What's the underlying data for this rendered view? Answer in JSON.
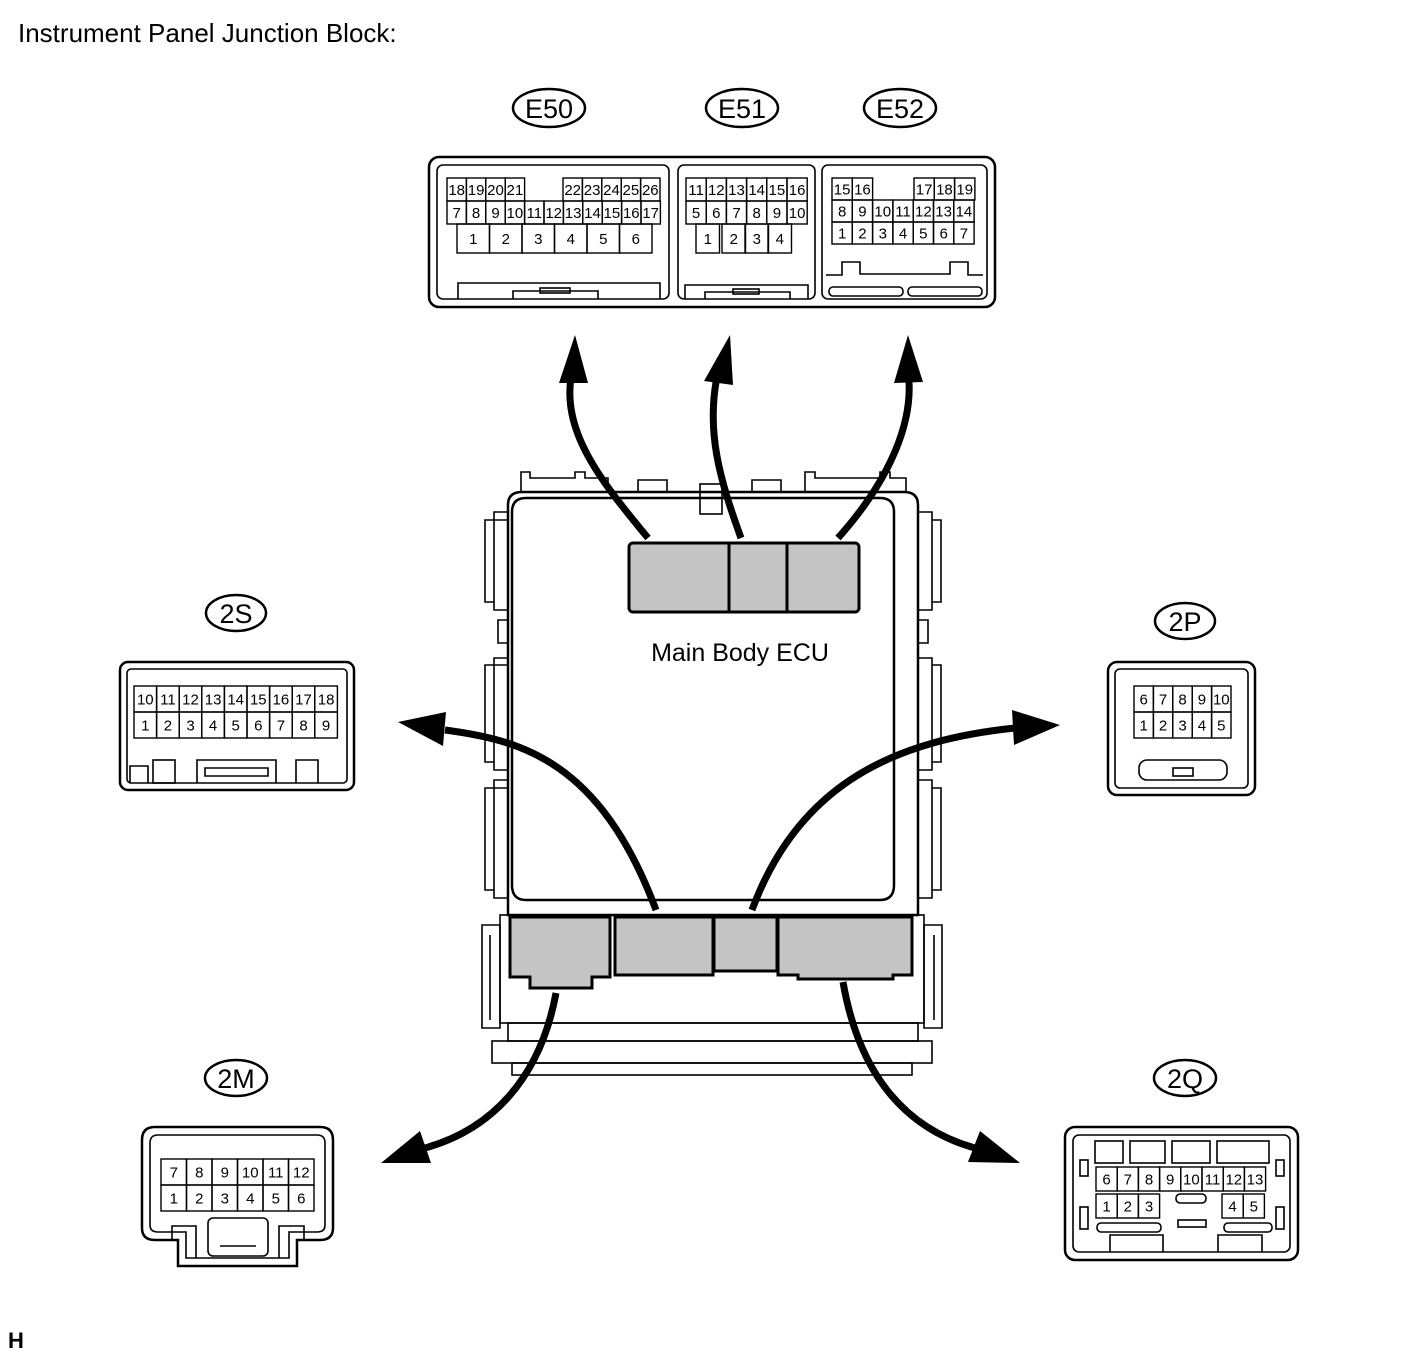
{
  "header": {
    "title": "Instrument Panel Junction Block:"
  },
  "footer": {
    "mark": "H"
  },
  "ecu": {
    "label": "Main Body ECU"
  },
  "connectors": {
    "e50": {
      "label": "E50",
      "rows": [
        [
          "18",
          "19",
          "20",
          "21",
          "",
          "22",
          "23",
          "24",
          "25",
          "26"
        ],
        [
          "7",
          "8",
          "9",
          "10",
          "11",
          "12",
          "13",
          "14",
          "15",
          "16",
          "17"
        ],
        [
          "1",
          "2",
          "3",
          "4",
          "5",
          "6"
        ]
      ]
    },
    "e51": {
      "label": "E51",
      "rows": [
        [
          "11",
          "12",
          "13",
          "14",
          "15",
          "16"
        ],
        [
          "5",
          "6",
          "7",
          "8",
          "9",
          "10"
        ],
        [
          "1",
          "2",
          "3",
          "4"
        ]
      ]
    },
    "e52": {
      "label": "E52",
      "rows": [
        [
          "15",
          "16",
          "",
          "17",
          "18",
          "19"
        ],
        [
          "8",
          "9",
          "10",
          "11",
          "12",
          "13",
          "14"
        ],
        [
          "1",
          "2",
          "3",
          "4",
          "5",
          "6",
          "7"
        ]
      ]
    },
    "c2s": {
      "label": "2S",
      "rows": [
        [
          "10",
          "11",
          "12",
          "13",
          "14",
          "15",
          "16",
          "17",
          "18"
        ],
        [
          "1",
          "2",
          "3",
          "4",
          "5",
          "6",
          "7",
          "8",
          "9"
        ]
      ]
    },
    "c2p": {
      "label": "2P",
      "rows": [
        [
          "6",
          "7",
          "8",
          "9",
          "10"
        ],
        [
          "1",
          "2",
          "3",
          "4",
          "5"
        ]
      ]
    },
    "c2m": {
      "label": "2M",
      "rows": [
        [
          "7",
          "8",
          "9",
          "10",
          "11",
          "12"
        ],
        [
          "1",
          "2",
          "3",
          "4",
          "5",
          "6"
        ]
      ]
    },
    "c2q": {
      "label": "2Q",
      "rows": [
        [
          "6",
          "7",
          "8",
          "9",
          "10",
          "11",
          "12",
          "13"
        ],
        [
          "1",
          "2",
          "3",
          "",
          "4",
          "5"
        ]
      ]
    }
  }
}
